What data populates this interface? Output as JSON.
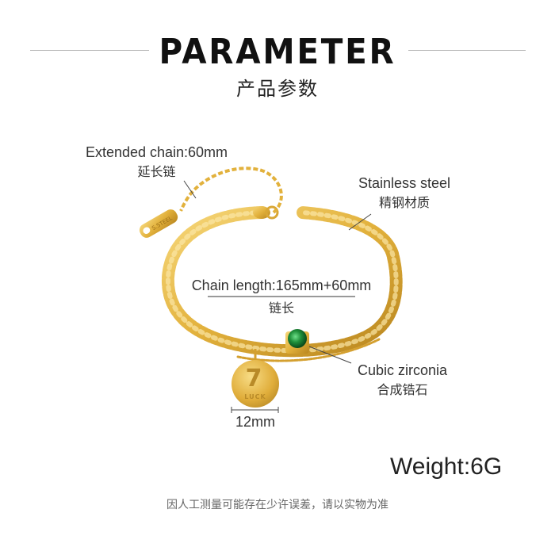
{
  "header": {
    "title": "PARAMETER",
    "subtitle": "产品参数"
  },
  "annotations": {
    "extended_chain": {
      "en": "Extended chain:60mm",
      "zh": "延长链"
    },
    "material": {
      "en": "Stainless steel",
      "zh": "精钢材质"
    },
    "chain_length": {
      "en": "Chain length:165mm+60mm",
      "zh": "链长"
    },
    "stone": {
      "en": "Cubic zirconia",
      "zh": "合成锆石"
    },
    "pendant_size": {
      "en": "12mm"
    }
  },
  "product": {
    "tag_text": "S.STEEL",
    "pendant_number": "7",
    "pendant_word": "LUCK",
    "colors": {
      "gold": "#e2b13c",
      "gold_dark": "#b9861f",
      "gold_light": "#f6d77a",
      "stone": "#1f8f3a"
    }
  },
  "weight": "Weight:6G",
  "footer": "因人工测量可能存在少许误差，请以实物为准"
}
